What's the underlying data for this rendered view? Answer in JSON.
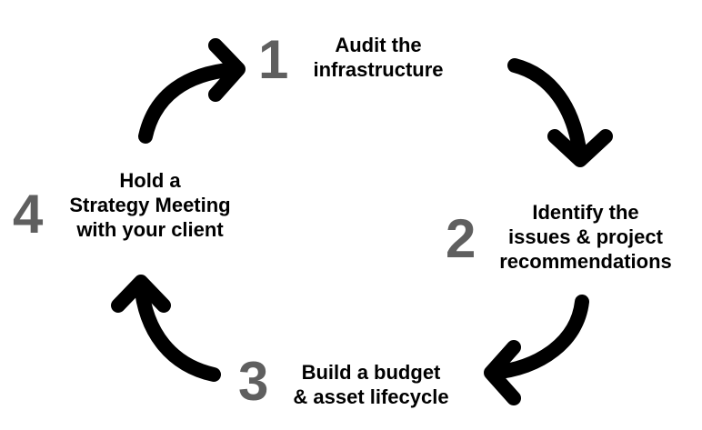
{
  "steps": [
    {
      "number": "1",
      "lines": [
        "Audit the",
        "infrastructure"
      ]
    },
    {
      "number": "2",
      "lines": [
        "Identify the",
        "issues & project",
        "recommendations"
      ]
    },
    {
      "number": "3",
      "lines": [
        "Build a budget",
        "& asset lifecycle"
      ]
    },
    {
      "number": "4",
      "lines": [
        "Hold a",
        "Strategy Meeting",
        "with your client"
      ]
    }
  ],
  "colors": {
    "number": "#5f5f5f",
    "text": "#000000",
    "arrow": "#000000"
  },
  "icons": [
    "curved-arrow-icon"
  ]
}
